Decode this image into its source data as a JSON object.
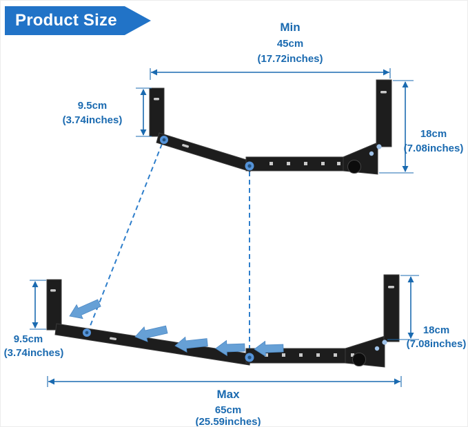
{
  "banner": {
    "label": "Product Size"
  },
  "colors": {
    "banner_blue": "#2173c7",
    "dimension_blue": "#1a6ab0",
    "dashed_blue": "#2e7ecb",
    "slide_arrow_blue": "#66a0d6",
    "bracket_black": "#1d1d1d"
  },
  "min_view": {
    "title": "Min",
    "width_cm": "45cm",
    "width_in": "(17.72inches)",
    "left_cm": "9.5cm",
    "left_in": "(3.74inches)",
    "right_cm": "18cm",
    "right_in": "(7.08inches)"
  },
  "max_view": {
    "title": "Max",
    "width_cm": "65cm",
    "width_in": "(25.59inches)",
    "left_cm": "9.5cm",
    "left_in": "(3.74inches)",
    "right_cm": "18cm",
    "right_in": "(7.08inches)"
  }
}
